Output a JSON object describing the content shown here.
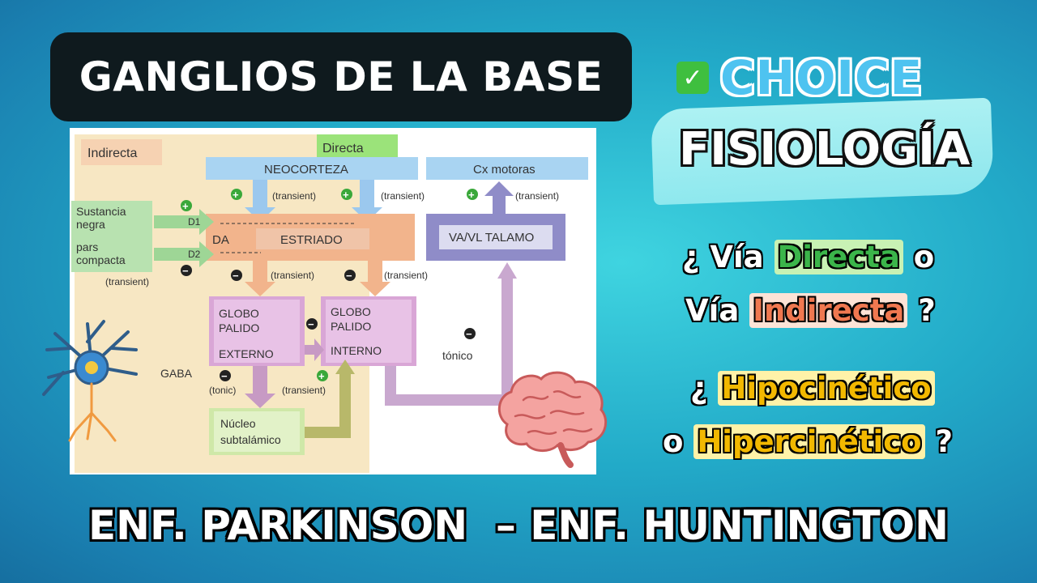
{
  "header": {
    "title": "GANGLIOS DE LA BASE"
  },
  "brand": {
    "choice": "CHOICE",
    "subject": "FISIOLOGÍA",
    "check_icon": "check-mark-icon"
  },
  "questions": {
    "q1_pre": "¿ Vía ",
    "q1_hl": "Directa",
    "q1_post": " o",
    "q2_pre": "Vía ",
    "q2_hl": "Indirecta",
    "q2_post": " ?",
    "q3_pre": "¿ ",
    "q3_hl": "Hipocinético",
    "q4_pre": "o ",
    "q4_hl": "Hipercinético",
    "q4_post": " ?"
  },
  "footer": {
    "text": "ENF. PARKINSON  – ENF. HUNTINGTON"
  },
  "diagram": {
    "indirecta": "Indirecta",
    "directa": "Directa",
    "neocorteza": "NEOCORTEZA",
    "cx_motoras": "Cx motoras",
    "sustancia_1": "Sustancia",
    "sustancia_2": "negra",
    "pars_1": "pars",
    "pars_2": "compacta",
    "d1": "D1",
    "d2": "D2",
    "da": "DA",
    "estriado": "ESTRIADO",
    "talamo": "VA/VL TALAMO",
    "transient": "(transient)",
    "tonic": "(tonic)",
    "tonico": "tónico",
    "gpe_1": "GLOBO",
    "gpe_2": "PALIDO",
    "gpe_3": "EXTERNO",
    "gpi_1": "GLOBO",
    "gpi_2": "PALIDO",
    "gpi_3": "INTERNO",
    "gaba": "GABA",
    "stn_1": "Núcleo",
    "stn_2": "subtalámico",
    "plus": "+",
    "minus": "−"
  },
  "colors": {
    "directa_highlight": "#c8f2b4",
    "directa_text": "#3bb54a",
    "indirecta_highlight": "#fde3d6",
    "indirecta_text": "#f07850",
    "hipo_highlight": "#fff2a8",
    "hipo_text": "#f2b800"
  }
}
